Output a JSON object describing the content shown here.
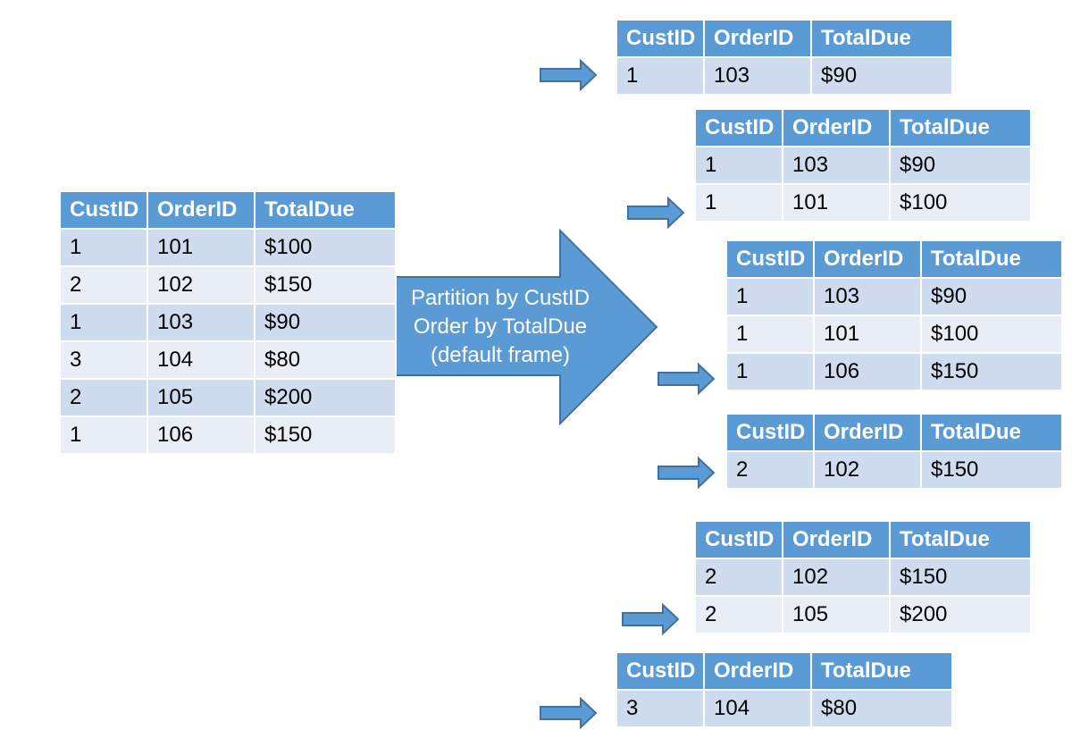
{
  "columns": [
    "CustID",
    "OrderID",
    "TotalDue"
  ],
  "source_table": [
    [
      "1",
      "101",
      "$100"
    ],
    [
      "2",
      "102",
      "$150"
    ],
    [
      "1",
      "103",
      "$90"
    ],
    [
      "3",
      "104",
      "$80"
    ],
    [
      "2",
      "105",
      "$200"
    ],
    [
      "1",
      "106",
      "$150"
    ]
  ],
  "arrow_label": [
    "Partition by CustID",
    "Order by TotalDue",
    "(default frame)"
  ],
  "result_tables": [
    {
      "rows": [
        [
          "1",
          "103",
          "$90"
        ]
      ]
    },
    {
      "rows": [
        [
          "1",
          "103",
          "$90"
        ],
        [
          "1",
          "101",
          "$100"
        ]
      ]
    },
    {
      "rows": [
        [
          "1",
          "103",
          "$90"
        ],
        [
          "1",
          "101",
          "$100"
        ],
        [
          "1",
          "106",
          "$150"
        ]
      ]
    },
    {
      "rows": [
        [
          "2",
          "102",
          "$150"
        ]
      ]
    },
    {
      "rows": [
        [
          "2",
          "102",
          "$150"
        ],
        [
          "2",
          "105",
          "$200"
        ]
      ]
    },
    {
      "rows": [
        [
          "3",
          "104",
          "$80"
        ]
      ]
    }
  ],
  "colors": {
    "header": "#5b9bd5",
    "row_odd": "#cfdbee",
    "row_even": "#e8edf6",
    "arrow_fill": "#5b9bd5",
    "arrow_stroke": "#41719c"
  }
}
